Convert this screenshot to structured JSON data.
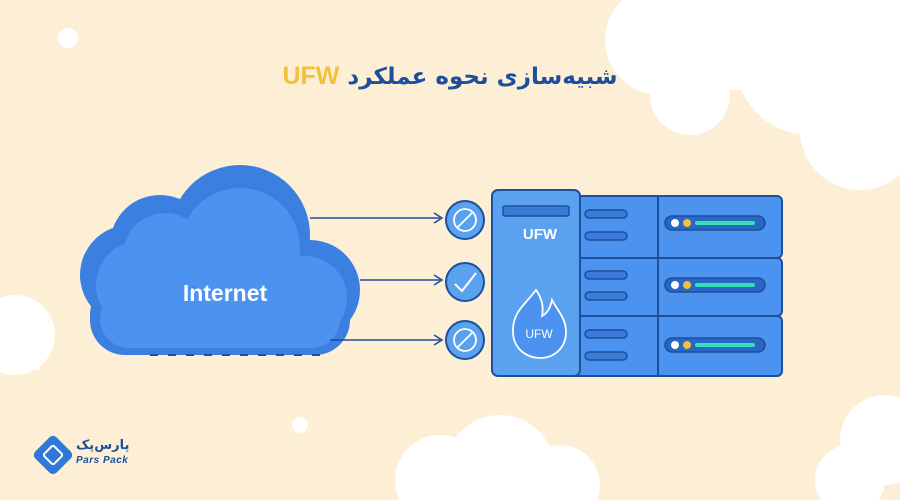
{
  "title": {
    "text": "شبیه‌سازی نحوه عملکرد",
    "highlight": "UFW"
  },
  "cloud": {
    "label": "Internet"
  },
  "firewall": {
    "label": "UFW",
    "flame_label": "UFW"
  },
  "connections": [
    {
      "status": "blocked",
      "icon": "prohibited-icon"
    },
    {
      "status": "allowed",
      "icon": "check-icon"
    },
    {
      "status": "blocked",
      "icon": "prohibited-icon"
    }
  ],
  "logo": {
    "name_fa": "پارس‌پک",
    "name_en": "Pars Pack"
  },
  "colors": {
    "background": "#fcefd6",
    "primary_blue": "#3f87e5",
    "dark_blue": "#1d4f9c",
    "light_blue": "#6fb0f2",
    "accent_yellow": "#f4bf3a",
    "accent_green": "#33e0b5"
  }
}
